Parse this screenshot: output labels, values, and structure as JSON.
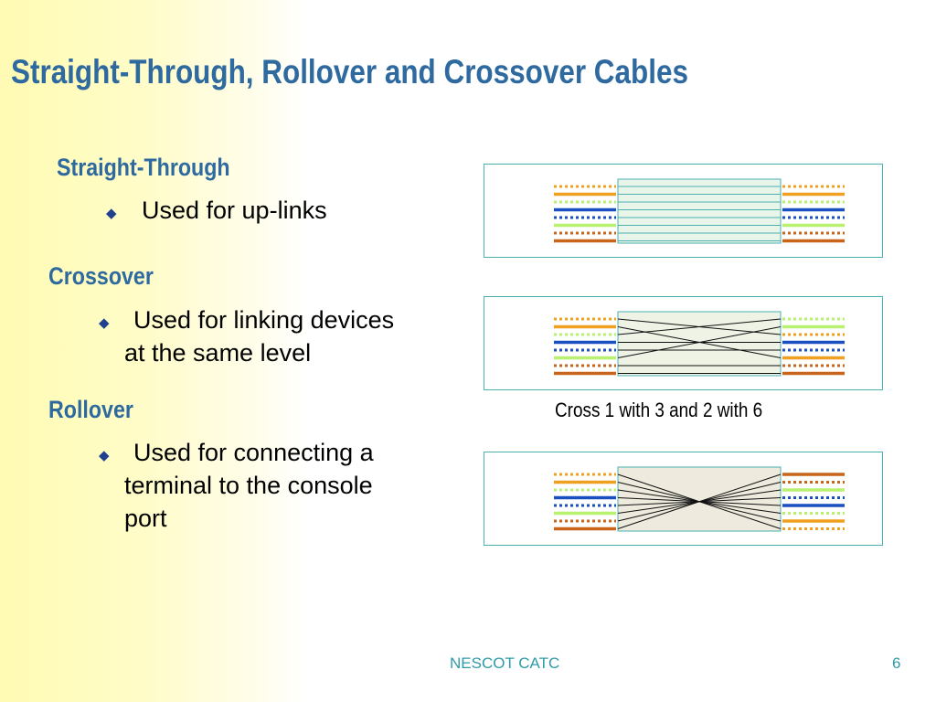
{
  "slide": {
    "title": "Straight-Through, Rollover and Crossover Cables",
    "sections": [
      {
        "heading": "Straight-Through",
        "text": "Used for up-links"
      },
      {
        "heading": "Crossover",
        "line1": "Used for linking devices",
        "line2": "at the same level"
      },
      {
        "heading": "Rollover",
        "line1": "Used for connecting a",
        "line2": "terminal to the console",
        "line3": "port"
      }
    ],
    "caption": "Cross 1 with 3 and 2 with 6",
    "footer": {
      "center": "NESCOT CATC",
      "page": "6"
    }
  },
  "colors": {
    "title": "#2e6aa0",
    "orange": "#f0a020",
    "green": "#b8f070",
    "blue": "#1a4fc0",
    "brown": "#c8651a",
    "panel_border": "#4ab0b0",
    "footer": "#2e9aa8"
  },
  "diagrams": {
    "straight_left": [
      "orange-stripe",
      "orange",
      "green-stripe",
      "blue",
      "blue-stripe",
      "green",
      "brown-stripe",
      "brown"
    ],
    "straight_right": [
      "orange-stripe",
      "orange",
      "green-stripe",
      "blue",
      "blue-stripe",
      "green",
      "brown-stripe",
      "brown"
    ],
    "crossover_left": [
      "orange-stripe",
      "orange",
      "green-stripe",
      "blue",
      "blue-stripe",
      "green",
      "brown-stripe",
      "brown"
    ],
    "crossover_right": [
      "green-stripe",
      "green",
      "orange-stripe",
      "blue",
      "blue-stripe",
      "orange",
      "brown-stripe",
      "brown"
    ],
    "rollover_left": [
      "orange-stripe",
      "orange",
      "green-stripe",
      "blue",
      "blue-stripe",
      "green",
      "brown-stripe",
      "brown"
    ],
    "rollover_right": [
      "brown",
      "brown-stripe",
      "green",
      "blue-stripe",
      "blue",
      "green-stripe",
      "orange",
      "orange-stripe"
    ],
    "crossover_map": [
      2,
      5,
      0,
      3,
      4,
      1,
      6,
      7
    ],
    "rollover_map": [
      7,
      6,
      5,
      4,
      3,
      2,
      1,
      0
    ]
  }
}
